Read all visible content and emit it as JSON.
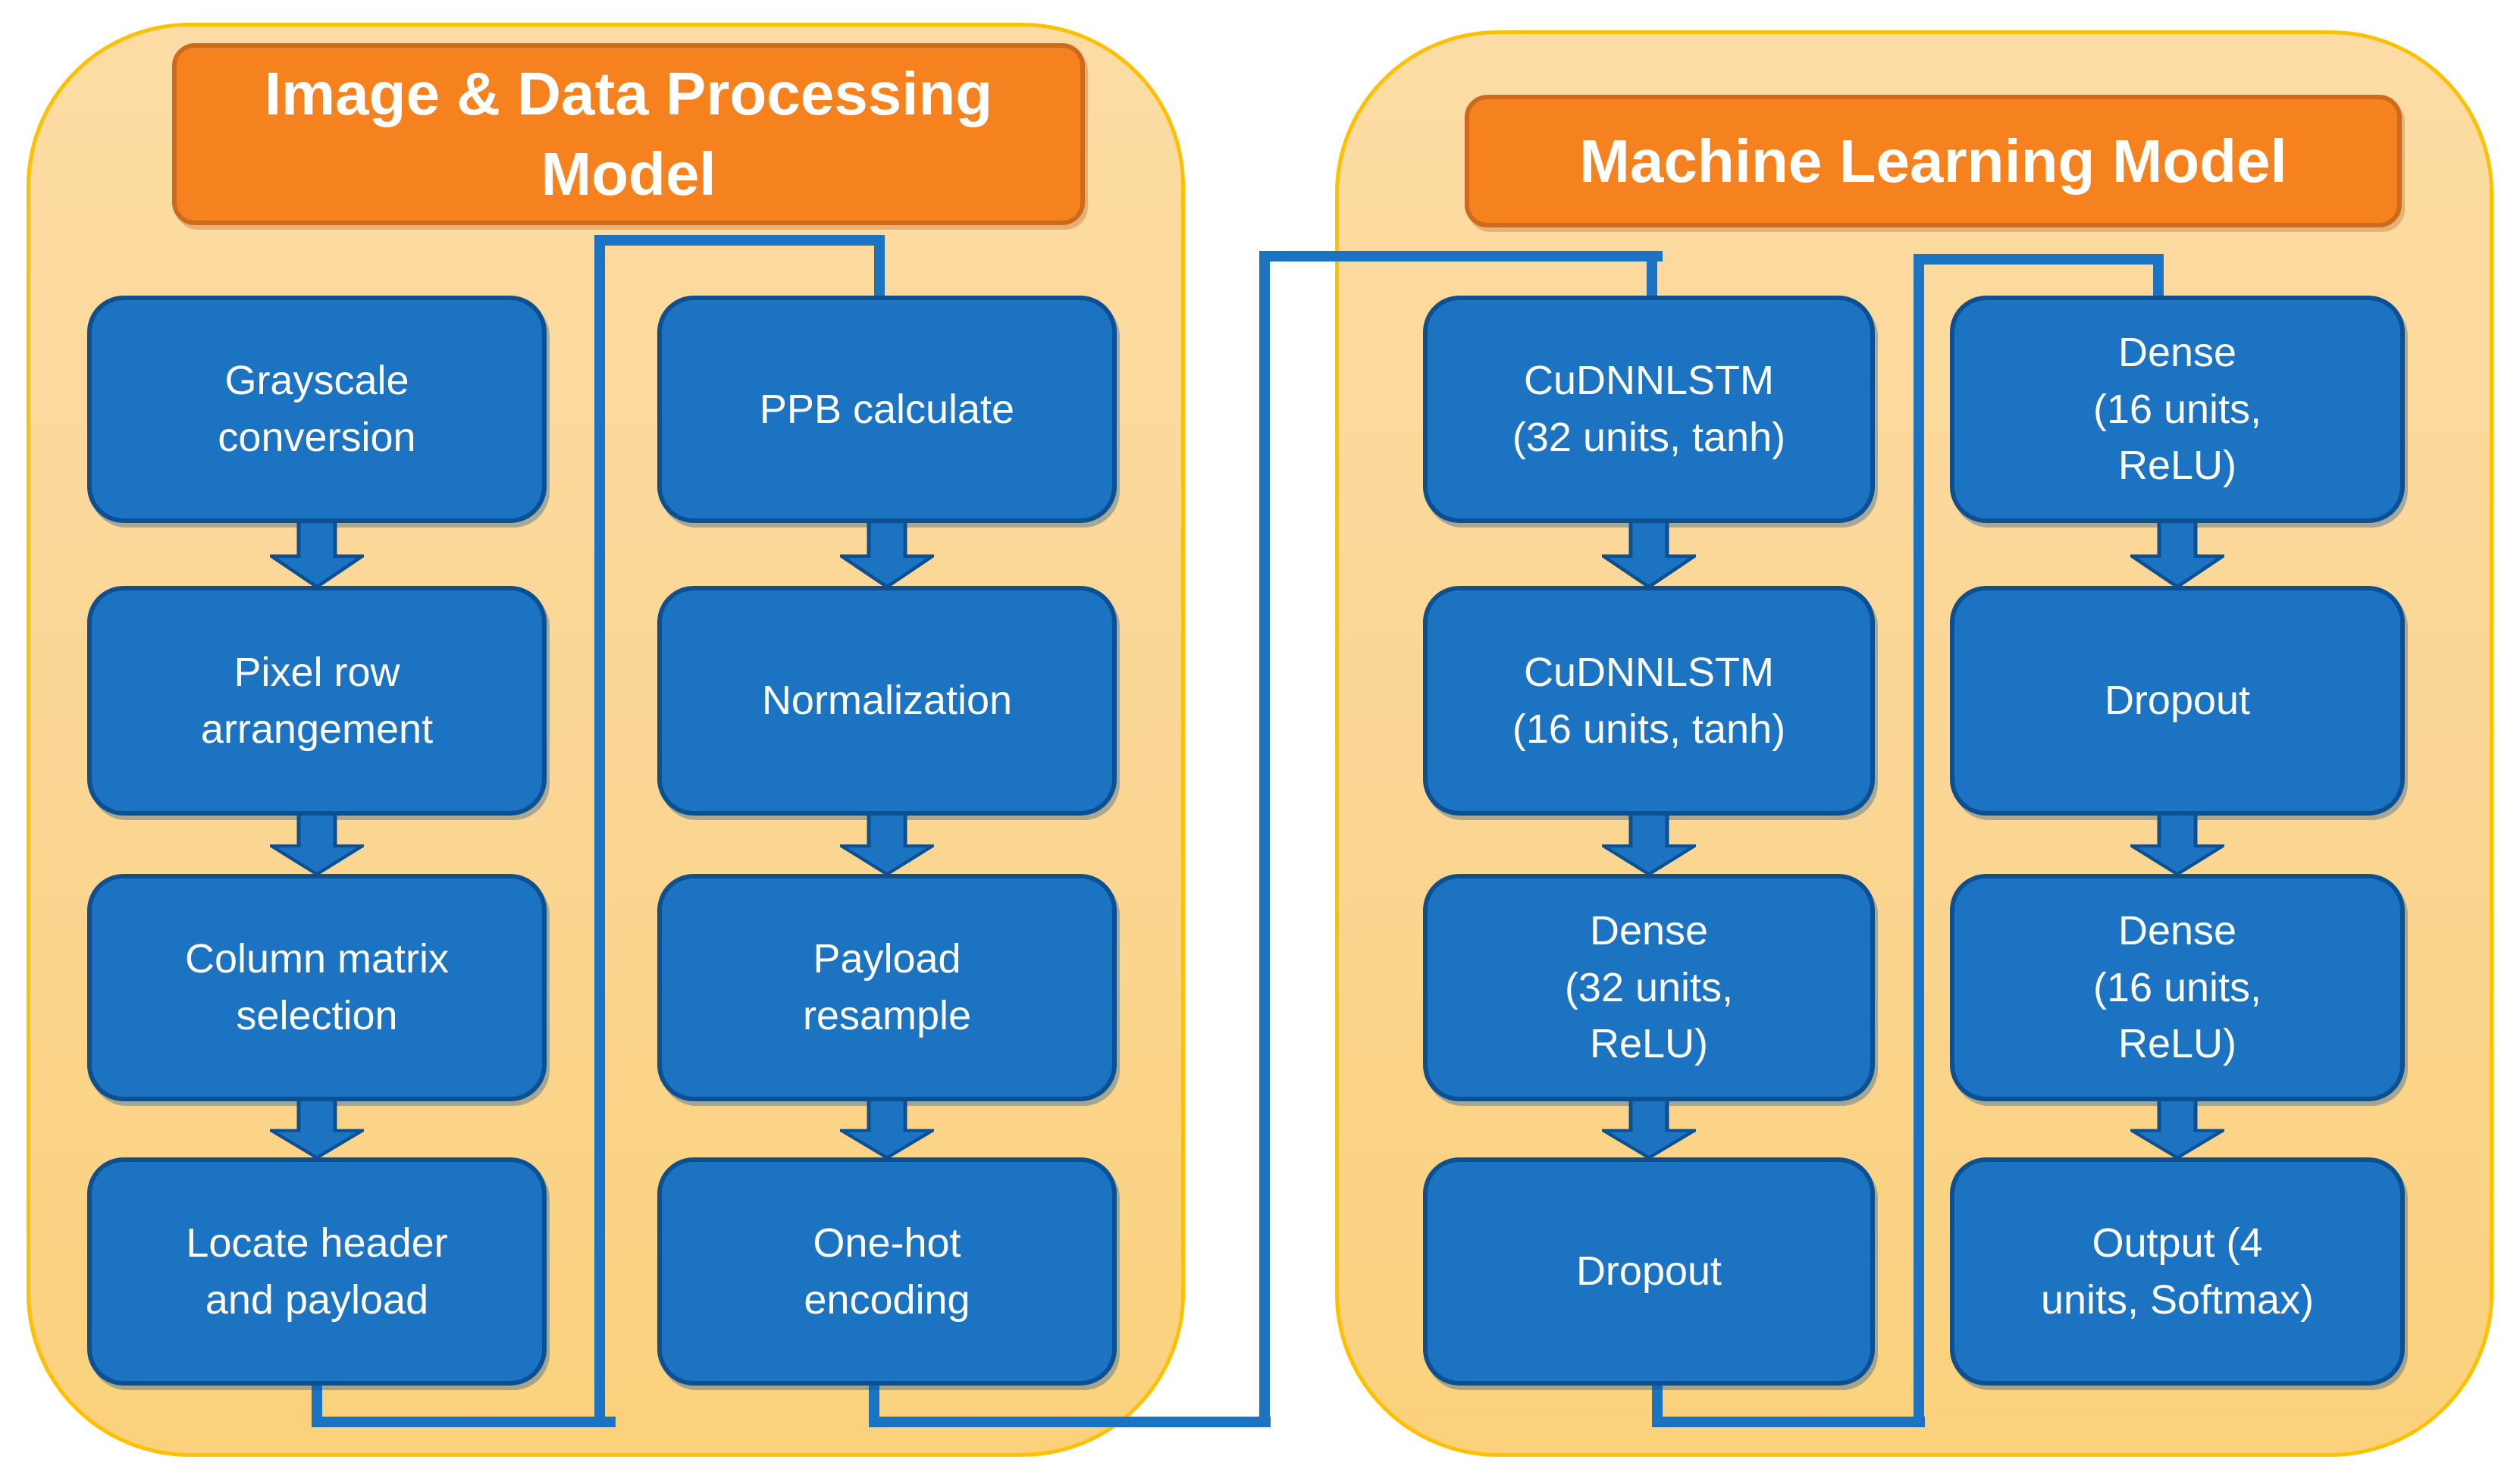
{
  "colors": {
    "background": "#FFFFFF",
    "panel_fill_top": "#FCDCA4",
    "panel_fill_bottom": "#FBD17C",
    "panel_border": "#FFC000",
    "header_fill": "#F5821E",
    "header_border": "#CE6A1C",
    "box_fill": "#1B73C2",
    "box_border": "#0C5092",
    "connector": "#1B73C2",
    "text": "#FFFFFF"
  },
  "panels": [
    {
      "title": "Image & Data Processing\nModel",
      "columns": [
        {
          "steps": [
            "Grayscale\nconversion",
            "Pixel row\narrangement",
            "Column matrix\nselection",
            "Locate header\nand payload"
          ]
        },
        {
          "steps": [
            "PPB calculate",
            "Normalization",
            "Payload\nresample",
            "One-hot\nencoding"
          ]
        }
      ]
    },
    {
      "title": "Machine Learning Model",
      "columns": [
        {
          "steps": [
            "CuDNNLSTM\n(32 units, tanh)",
            "CuDNNLSTM\n(16 units, tanh)",
            "Dense\n(32 units,\nReLU)",
            "Dropout"
          ]
        },
        {
          "steps": [
            "Dense\n(16 units,\nReLU)",
            "Dropout",
            "Dense\n(16 units,\nReLU)",
            "Output (4\nunits, Softmax)"
          ]
        }
      ]
    }
  ],
  "connections": [
    {
      "from": "Locate header and payload",
      "to": "PPB calculate"
    },
    {
      "from": "One-hot encoding",
      "to": "CuDNNLSTM (32 units, tanh)"
    },
    {
      "from": "Dropout",
      "to": "Dense (16 units, ReLU)"
    }
  ]
}
